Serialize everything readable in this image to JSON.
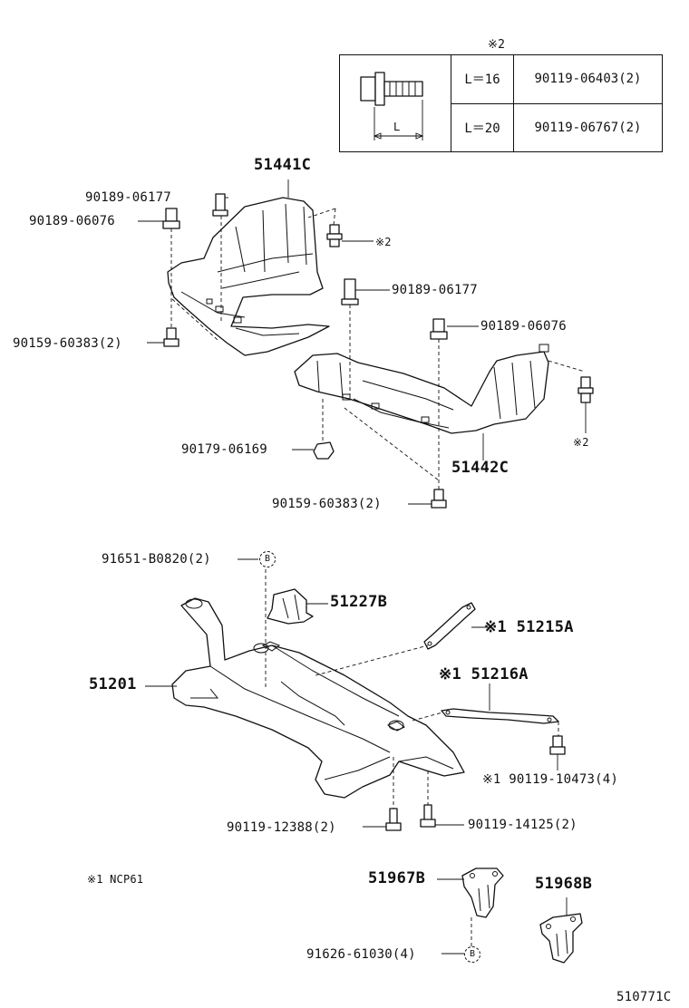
{
  "spec_table": {
    "note_mark": "※2",
    "length_label": "L",
    "rows": [
      {
        "length": "L＝16",
        "part": "90119-06403(2)"
      },
      {
        "length": "L＝20",
        "part": "90119-06767(2)"
      }
    ]
  },
  "labels": {
    "p51441c": "51441C",
    "p90189_06177_a": "90189-06177",
    "p90189_06076_a": "90189-06076",
    "note2_a": "※2",
    "p90189_06177_b": "90189-06177",
    "p90189_06076_b": "90189-06076",
    "p90159_60383_a": "90159-60383(2)",
    "note2_b": "※2",
    "p90179_06169": "90179-06169",
    "p51442c": "51442C",
    "p90159_60383_b": "90159-60383(2)",
    "p91651_b0820": "91651-B0820(2)",
    "mark_b_top": "B",
    "p51227b": "51227B",
    "p51215a": "※1 51215A",
    "p51201": "51201",
    "p51216a": "※1 51216A",
    "p90119_10473": "※1 90119-10473(4)",
    "p90119_12388": "90119-12388(2)",
    "p90119_14125": "90119-14125(2)",
    "note1": "※1  NCP61",
    "p51967b": "51967B",
    "p51968b": "51968B",
    "p91626_61030": "91626-61030(4)",
    "mark_b_bottom": "B",
    "diagram_id": "510771C"
  }
}
